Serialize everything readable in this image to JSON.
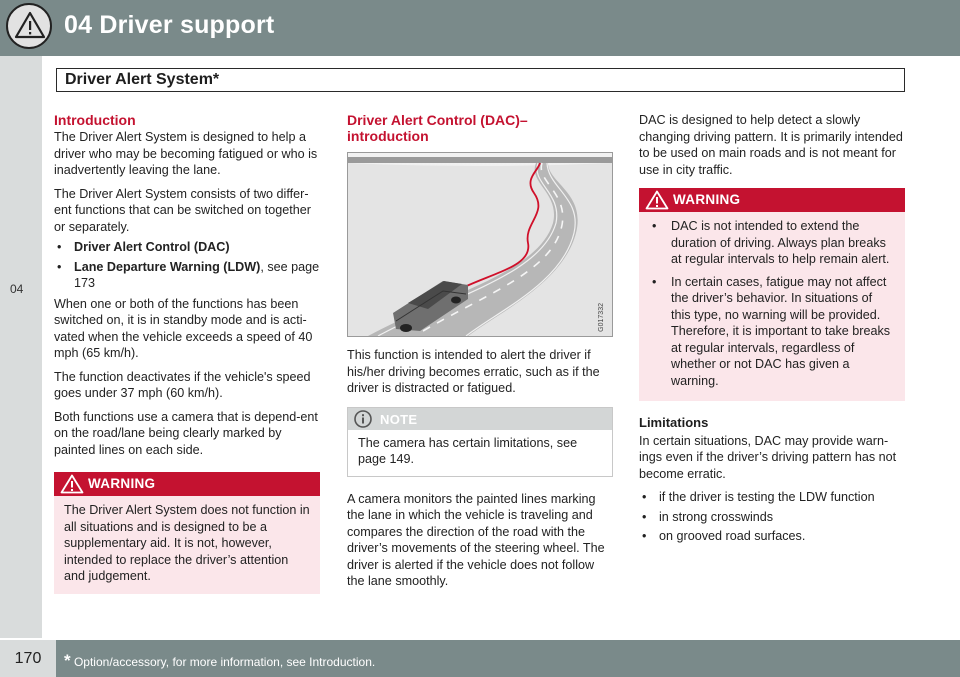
{
  "header": {
    "chapter_title": "04  Driver support",
    "section_title": "Driver Alert System*"
  },
  "side_tab": "04",
  "footer": {
    "page_number": "170",
    "footnote_star": "*",
    "footnote_text": " Option/accessory, for more information, see Introduction."
  },
  "col1": {
    "heading": "Introduction",
    "p1": "The Driver Alert System is designed to help a driver who may be becoming fatigued or who is inadvertently leaving the lane.",
    "p2": "The Driver Alert System consists of two differ-ent functions that can be switched on together or separately.",
    "bullet1": "Driver Alert Control (DAC)",
    "bullet2_bold": "Lane Departure Warning (LDW)",
    "bullet2_rest": ", see page 173",
    "p3": "When one or both of the functions has been switched on, it is in standby mode and is acti-vated when the vehicle exceeds a speed of 40 mph (65 km/h).",
    "p4": "The function deactivates if the vehicle's speed goes under 37 mph (60 km/h).",
    "p5": "Both functions use a camera that is depend-ent on the road/lane being clearly marked by painted lines on each side.",
    "warning_label": "WARNING",
    "warning_text": "The Driver Alert System does not function in all situations and is designed to be a supplementary aid. It is not, however, intended to replace the driver’s attention and judgement."
  },
  "col2": {
    "heading": "Driver Alert Control (DAC)– introduction",
    "figure_code": "G017332",
    "p1": "This function is intended to alert the driver if his/her driving becomes erratic, such as if the driver is distracted or fatigued.",
    "note_label": "NOTE",
    "note_text": "The camera has certain limitations, see page 149.",
    "p2": "A camera monitors the painted lines marking the lane in which the vehicle is traveling and compares the direction of the road with the driver’s movements of the steering wheel. The driver is alerted if the vehicle does not follow the lane smoothly."
  },
  "col3": {
    "p1": "DAC is designed to help detect a slowly changing driving pattern. It is primarily intended to be used on main roads and is not meant for use in city traffic.",
    "warning_label": "WARNING",
    "warning_bullet1": "DAC is not intended to extend the duration of driving. Always plan breaks at regular intervals to help remain alert.",
    "warning_bullet2": "In certain cases, fatigue may not affect the driver’s behavior. In situations of this type, no warning will be provided. Therefore, it is important to take breaks at regular intervals, regardless of whether or not DAC has given a warning.",
    "limitations_heading": "Limitations",
    "p2": "In certain situations, DAC may provide warn-ings even if the driver’s driving pattern has not become erratic.",
    "lim_bullet1": "if the driver is testing the LDW function",
    "lim_bullet2": "in strong crosswinds",
    "lim_bullet3": "on grooved road surfaces."
  }
}
